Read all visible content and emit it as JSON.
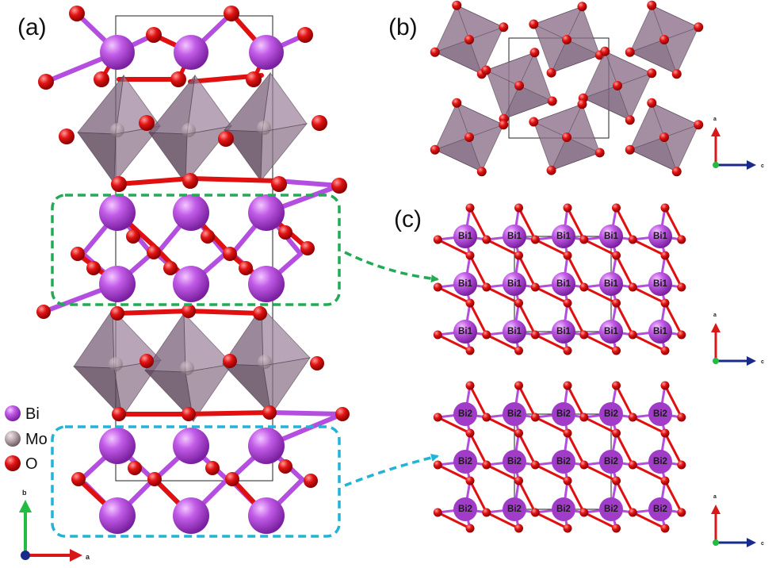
{
  "panels": {
    "a": "(a)",
    "b": "(b)",
    "c": "(c)"
  },
  "legend": [
    {
      "label": "Bi",
      "color": "#b44ee0"
    },
    {
      "label": "Mo",
      "color": "#b8a6ad"
    },
    {
      "label": "O",
      "color": "#e01010"
    }
  ],
  "atom_labels": {
    "bi1": "Bi1",
    "bi2": "Bi2"
  },
  "axes": {
    "panel_a": {
      "vertical": "b",
      "horizontal": "a"
    },
    "panel_b": {
      "vertical": "a",
      "horizontal": "c"
    },
    "panel_c_top": {
      "vertical": "a",
      "horizontal": "c"
    },
    "panel_c_bottom": {
      "vertical": "a",
      "horizontal": "c"
    }
  },
  "colors": {
    "bi": "#b44ee0",
    "o": "#e01010",
    "octahedron": "#8a7088",
    "highlight_green": "#22aa55",
    "highlight_cyan": "#22b3d6",
    "axis_red": "#d81818",
    "axis_green": "#22bb44",
    "axis_blue": "#1a2a8a"
  }
}
